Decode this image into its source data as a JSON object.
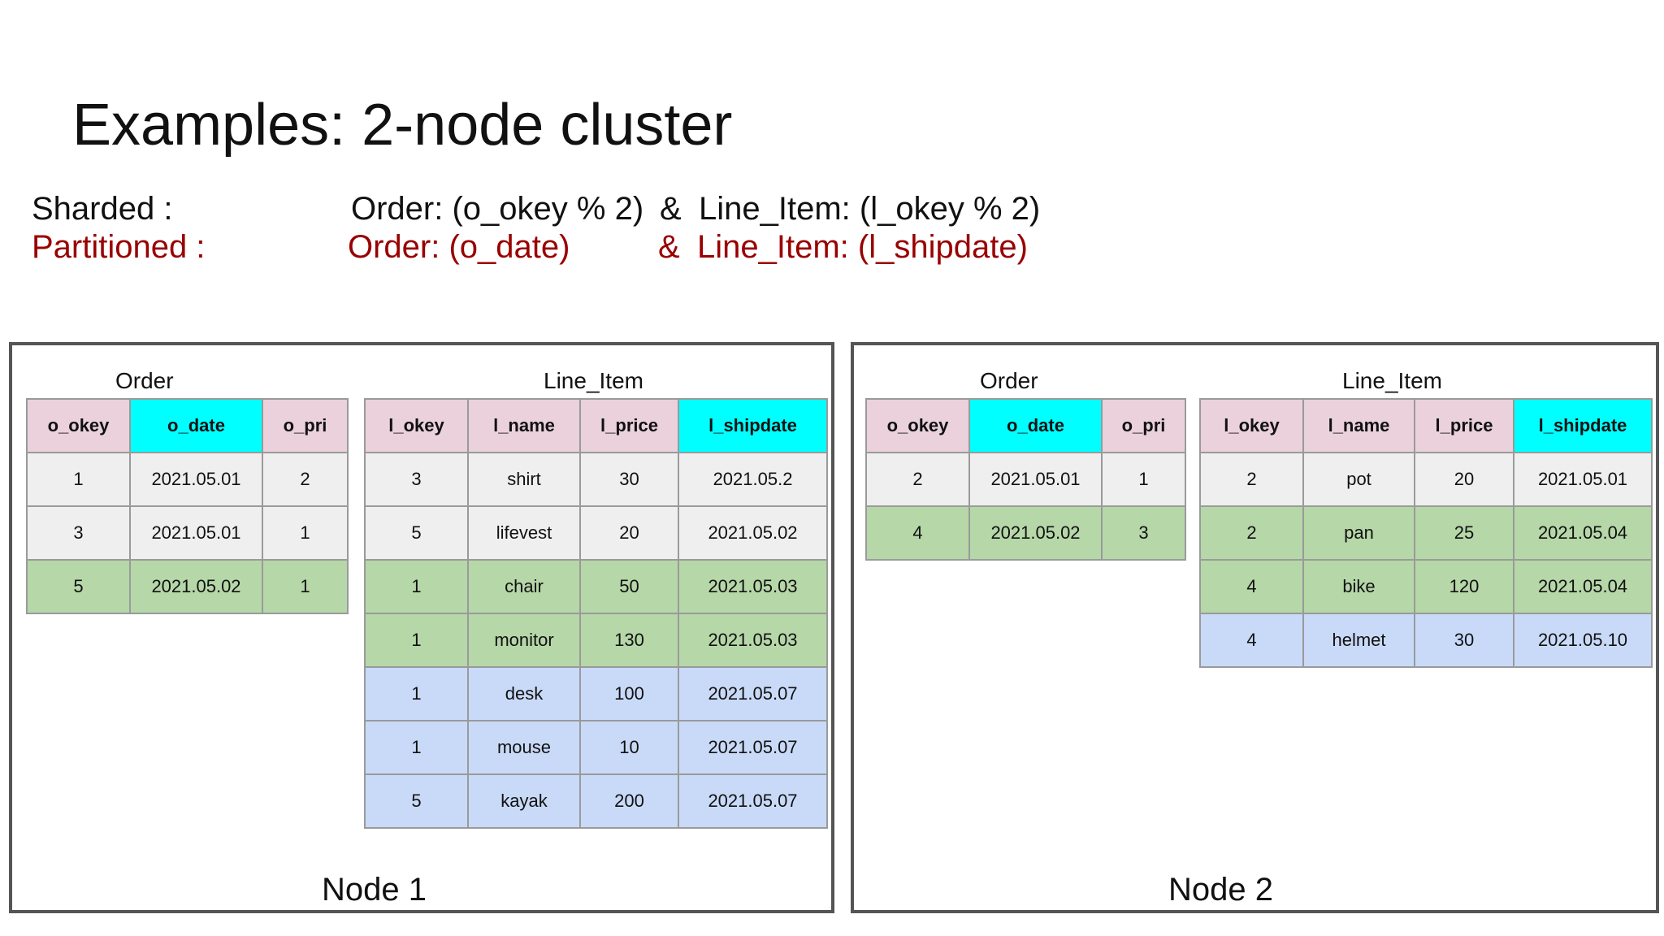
{
  "title": "Examples: 2-node cluster",
  "sharded": {
    "label": "Sharded :",
    "order": "Order: (o_okey % 2)",
    "amp": "&",
    "lineitem": "Line_Item: (l_okey % 2)"
  },
  "partitioned": {
    "label": "Partitioned :",
    "order": "Order: (o_date)",
    "amp": "&",
    "lineitem": "Line_Item: (l_shipdate)"
  },
  "colors": {
    "header_key": "#ead1dc",
    "header_partition": "#00ffff",
    "plain": "#efefef",
    "green": "#b6d7a8",
    "blue": "#c9daf8",
    "accent_red": "#990000"
  },
  "nodes": [
    {
      "label": "Node 1",
      "order": {
        "caption": "Order",
        "columns": [
          {
            "label": "o_okey",
            "color": "#ead1dc"
          },
          {
            "label": "o_date",
            "color": "#00ffff"
          },
          {
            "label": "o_pri",
            "color": "#ead1dc"
          }
        ],
        "rows": [
          {
            "color": "#efefef",
            "cells": [
              "1",
              "2021.05.01",
              "2"
            ]
          },
          {
            "color": "#efefef",
            "cells": [
              "3",
              "2021.05.01",
              "1"
            ]
          },
          {
            "color": "#b6d7a8",
            "cells": [
              "5",
              "2021.05.02",
              "1"
            ]
          }
        ]
      },
      "lineitem": {
        "caption": "Line_Item",
        "columns": [
          {
            "label": "l_okey",
            "color": "#ead1dc"
          },
          {
            "label": "l_name",
            "color": "#ead1dc"
          },
          {
            "label": "l_price",
            "color": "#ead1dc"
          },
          {
            "label": "l_shipdate",
            "color": "#00ffff"
          }
        ],
        "rows": [
          {
            "color": "#efefef",
            "cells": [
              "3",
              "shirt",
              "30",
              "2021.05.2"
            ]
          },
          {
            "color": "#efefef",
            "cells": [
              "5",
              "lifevest",
              "20",
              "2021.05.02"
            ]
          },
          {
            "color": "#b6d7a8",
            "cells": [
              "1",
              "chair",
              "50",
              "2021.05.03"
            ]
          },
          {
            "color": "#b6d7a8",
            "cells": [
              "1",
              "monitor",
              "130",
              "2021.05.03"
            ]
          },
          {
            "color": "#c9daf8",
            "cells": [
              "1",
              "desk",
              "100",
              "2021.05.07"
            ]
          },
          {
            "color": "#c9daf8",
            "cells": [
              "1",
              "mouse",
              "10",
              "2021.05.07"
            ]
          },
          {
            "color": "#c9daf8",
            "cells": [
              "5",
              "kayak",
              "200",
              "2021.05.07"
            ]
          }
        ]
      }
    },
    {
      "label": "Node 2",
      "order": {
        "caption": "Order",
        "columns": [
          {
            "label": "o_okey",
            "color": "#ead1dc"
          },
          {
            "label": "o_date",
            "color": "#00ffff"
          },
          {
            "label": "o_pri",
            "color": "#ead1dc"
          }
        ],
        "rows": [
          {
            "color": "#efefef",
            "cells": [
              "2",
              "2021.05.01",
              "1"
            ]
          },
          {
            "color": "#b6d7a8",
            "cells": [
              "4",
              "2021.05.02",
              "3"
            ]
          }
        ]
      },
      "lineitem": {
        "caption": "Line_Item",
        "columns": [
          {
            "label": "l_okey",
            "color": "#ead1dc"
          },
          {
            "label": "l_name",
            "color": "#ead1dc"
          },
          {
            "label": "l_price",
            "color": "#ead1dc"
          },
          {
            "label": "l_shipdate",
            "color": "#00ffff"
          }
        ],
        "rows": [
          {
            "color": "#efefef",
            "cells": [
              "2",
              "pot",
              "20",
              "2021.05.01"
            ]
          },
          {
            "color": "#b6d7a8",
            "cells": [
              "2",
              "pan",
              "25",
              "2021.05.04"
            ]
          },
          {
            "color": "#b6d7a8",
            "cells": [
              "4",
              "bike",
              "120",
              "2021.05.04"
            ]
          },
          {
            "color": "#c9daf8",
            "cells": [
              "4",
              "helmet",
              "30",
              "2021.05.10"
            ]
          }
        ]
      }
    }
  ]
}
